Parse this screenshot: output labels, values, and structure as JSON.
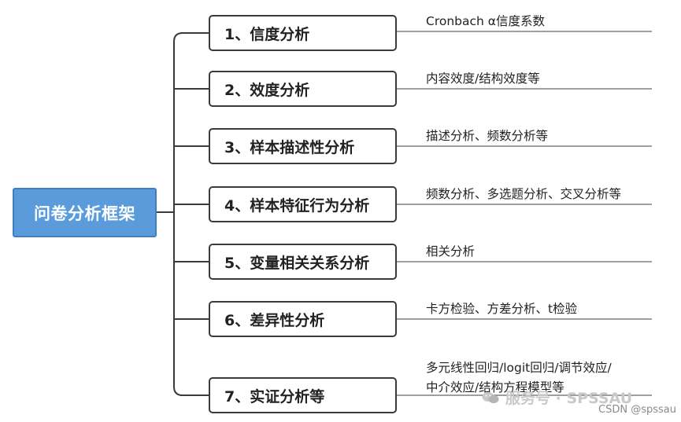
{
  "root": {
    "label": "问卷分析框架"
  },
  "branches": [
    {
      "label": "1、信度分析",
      "detail_lines": [
        "Cronbach α信度系数"
      ]
    },
    {
      "label": "2、效度分析",
      "detail_lines": [
        "内容效度/结构效度等"
      ]
    },
    {
      "label": "3、样本描述性分析",
      "detail_lines": [
        "描述分析、频数分析等"
      ]
    },
    {
      "label": "4、样本特征行为分析",
      "detail_lines": [
        "频数分析、多选题分析、交叉分析等"
      ]
    },
    {
      "label": "5、变量相关关系分析",
      "detail_lines": [
        "相关分析"
      ]
    },
    {
      "label": "6、差异性分析",
      "detail_lines": [
        "卡方检验、方差分析、t检验"
      ]
    },
    {
      "label": "7、实证分析等",
      "detail_lines": [
        "多元线性回归/logit回归/调节效应/",
        "中介效应/结构方程模型等"
      ]
    }
  ],
  "watermark": {
    "text": "服务号 · SPSSAU",
    "icon": "wechat-icon"
  },
  "credit": {
    "text": "CSDN @spssau"
  },
  "colors": {
    "root_fill": "#5a9bdc",
    "root_border": "#3f7fc0",
    "line": "#3a3a3a",
    "leaf_line": "#666666"
  }
}
